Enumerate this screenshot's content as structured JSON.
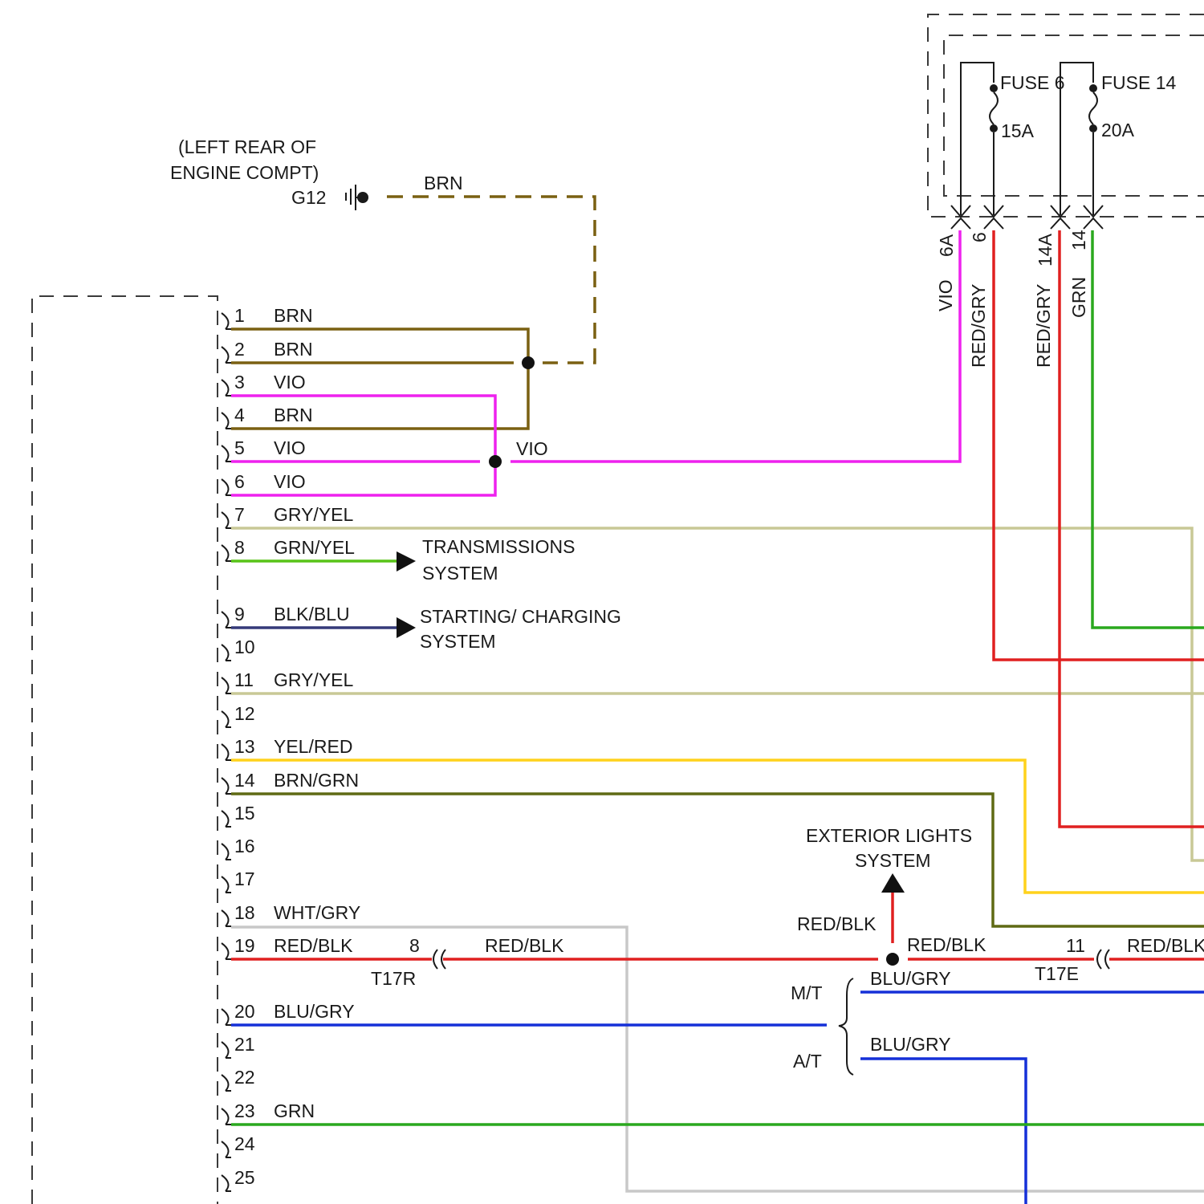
{
  "ground": {
    "location_line1": "(LEFT REAR OF",
    "location_line2": "ENGINE COMPT)",
    "id": "G12",
    "wire": "BRN"
  },
  "fuses": [
    {
      "name": "FUSE 6",
      "rating": "15A",
      "terminals": [
        "6A",
        "6"
      ],
      "wires": [
        "VIO",
        "RED/GRY"
      ]
    },
    {
      "name": "FUSE 14",
      "rating": "20A",
      "terminals": [
        "14A",
        "14"
      ],
      "wires": [
        "RED/GRY",
        "GRN"
      ]
    }
  ],
  "connector_pins": [
    {
      "num": "1",
      "wire": "BRN"
    },
    {
      "num": "2",
      "wire": "BRN"
    },
    {
      "num": "3",
      "wire": "VIO"
    },
    {
      "num": "4",
      "wire": "BRN"
    },
    {
      "num": "5",
      "wire": "VIO"
    },
    {
      "num": "6",
      "wire": "VIO"
    },
    {
      "num": "7",
      "wire": "GRY/YEL"
    },
    {
      "num": "8",
      "wire": "GRN/YEL"
    },
    {
      "num": "9",
      "wire": "BLK/BLU"
    },
    {
      "num": "10",
      "wire": ""
    },
    {
      "num": "11",
      "wire": "GRY/YEL"
    },
    {
      "num": "12",
      "wire": ""
    },
    {
      "num": "13",
      "wire": "YEL/RED"
    },
    {
      "num": "14",
      "wire": "BRN/GRN"
    },
    {
      "num": "15",
      "wire": ""
    },
    {
      "num": "16",
      "wire": ""
    },
    {
      "num": "17",
      "wire": ""
    },
    {
      "num": "18",
      "wire": "WHT/GRY"
    },
    {
      "num": "19",
      "wire": "RED/BLK"
    },
    {
      "num": "20",
      "wire": "BLU/GRY"
    },
    {
      "num": "21",
      "wire": ""
    },
    {
      "num": "22",
      "wire": ""
    },
    {
      "num": "23",
      "wire": "GRN"
    },
    {
      "num": "24",
      "wire": ""
    },
    {
      "num": "25",
      "wire": ""
    }
  ],
  "splice_labels": {
    "vio": "VIO"
  },
  "systems": {
    "transmission_line1": "TRANSMISSIONS",
    "transmission_line2": "SYSTEM",
    "starting_line1": "STARTING/ CHARGING",
    "starting_line2": "SYSTEM",
    "exterior_line1": "EXTERIOR LIGHTS",
    "exterior_line2": "SYSTEM"
  },
  "connectors": {
    "t17r_pin": "8",
    "t17r_name": "T17R",
    "t17r_wire": "RED/BLK",
    "t17e_pin": "11",
    "t17e_name": "T17E",
    "t17e_wire": "RED/BLK"
  },
  "exterior_branch": {
    "up_wire": "RED/BLK",
    "right_wire": "RED/BLK"
  },
  "transmission_options": {
    "mt_label": "M/T",
    "at_label": "A/T",
    "mt_wire": "BLU/GRY",
    "at_wire": "BLU/GRY"
  },
  "colors": {
    "brn": "#7a6012",
    "vio": "#ee22ee",
    "gry_yel": "#c8c896",
    "grn_yel": "#58c418",
    "blk_blu": "#353a7a",
    "yel_red": "#ffd21c",
    "brn_grn": "#5f6a14",
    "wht_gry": "#c8c8c8",
    "red": "#e02020",
    "blu_gry": "#1530d8",
    "grn": "#2aa81e"
  }
}
